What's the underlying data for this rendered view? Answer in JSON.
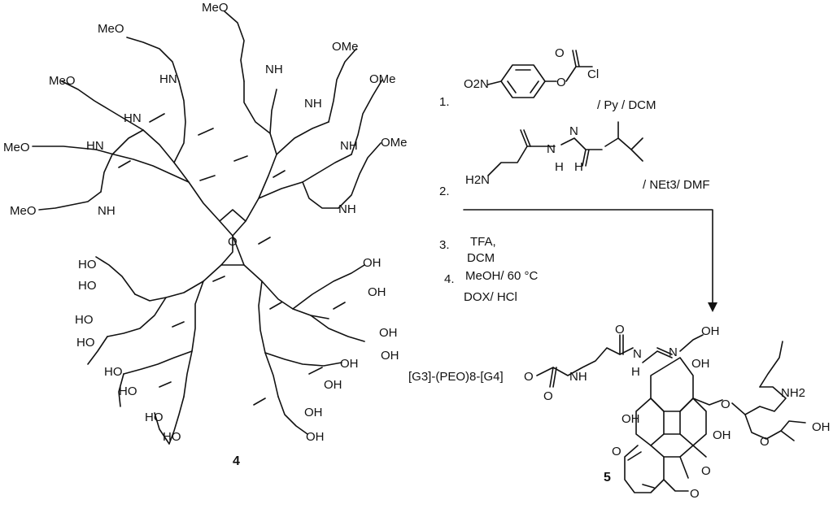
{
  "compound_4": {
    "label": "4",
    "peg_terminals": [
      "MeO",
      "MeO",
      "MeO",
      "MeO",
      "MeO",
      "OMe",
      "OMe",
      "OMe"
    ],
    "carbamate_nh": [
      "NH",
      "HN",
      "HN",
      "NH",
      "HN",
      "NH",
      "NH",
      "NH"
    ],
    "hydroxyl_terminals": [
      "HO",
      "HO",
      "HO",
      "HO",
      "HO",
      "HO",
      "HO",
      "HO",
      "OH",
      "OH",
      "OH",
      "OH",
      "OH",
      "OH",
      "OH",
      "OH"
    ],
    "ester_oxygen": "O"
  },
  "reagents": {
    "step1": {
      "number": "1.",
      "nitro": "O2N",
      "acyl_chloride": "Cl",
      "carbonyl_o": "O",
      "conditions": "/ Py / DCM"
    },
    "step2": {
      "number": "2.",
      "amine": "H2N",
      "hydrazide_nh": "N",
      "hydrazide_h": "H",
      "conditions": "/ NEt3/ DMF"
    },
    "step3": {
      "number": "3.",
      "line1": "TFA,",
      "line2": "DCM"
    },
    "step4": {
      "number": "4.",
      "line1": "MeOH/ 60 °C",
      "line2": "DOX/ HCl"
    }
  },
  "compound_5": {
    "label": "5",
    "prefix": "[G3]-(PEO)8-[G4]",
    "linker_o": "O",
    "linker_nh": "NH",
    "hydrazone": "N",
    "hydrazone_h": "H",
    "ring_groups": [
      "OH",
      "OH",
      "OH",
      "OH",
      "OH",
      "O",
      "O",
      "O",
      "O",
      "NH2"
    ]
  }
}
